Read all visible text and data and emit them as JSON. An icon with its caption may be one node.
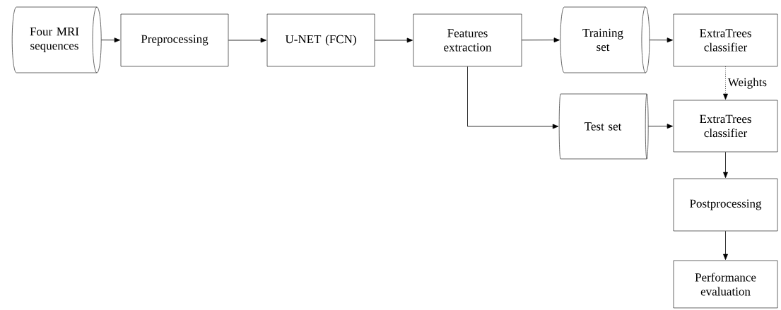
{
  "diagram": {
    "nodes": [
      {
        "text": [
          "Four MRI sequences"
        ]
      },
      {
        "text": [
          "Preprocessing"
        ]
      },
      {
        "text": [
          "U-NET (FCN)"
        ]
      },
      {
        "text": [
          "Features extraction"
        ]
      },
      {
        "text": [
          "Training set"
        ]
      },
      {
        "text": [
          "ExtraTrees classifier"
        ]
      },
      {
        "text": [
          "Test set"
        ]
      },
      {
        "text": [
          "ExtraTrees classifier"
        ]
      },
      {
        "text": [
          "Postprocessing"
        ]
      },
      {
        "text": [
          "Performance evaluation"
        ]
      }
    ],
    "edges": [
      {
        "from": 0,
        "to": 1,
        "arrow": "to"
      },
      {
        "from": 1,
        "to": 2,
        "arrow": "to"
      },
      {
        "from": 2,
        "to": 3,
        "arrow": "to"
      },
      {
        "from": 3,
        "to": 4,
        "arrow": "to"
      },
      {
        "from": 3,
        "to": 6,
        "arrow": "to"
      },
      {
        "from": 4,
        "to": 5,
        "arrow": "to"
      },
      {
        "from": 6,
        "to": 7,
        "arrow": "to"
      },
      {
        "from": 5,
        "to": 7,
        "arrow": "to",
        "label": "Weights",
        "style": "dashed"
      },
      {
        "from": 7,
        "to": 8,
        "arrow": "to"
      },
      {
        "from": 8,
        "to": 9,
        "arrow": "to"
      }
    ]
  }
}
